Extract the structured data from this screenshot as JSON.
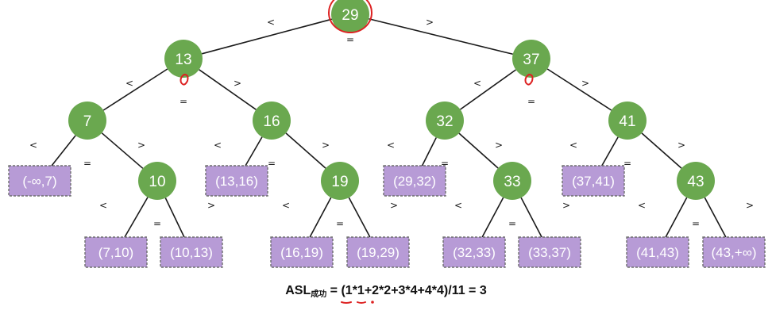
{
  "nodes": [
    {
      "id": "n29",
      "label": "29"
    },
    {
      "id": "n13",
      "label": "13"
    },
    {
      "id": "n37",
      "label": "37"
    },
    {
      "id": "n7",
      "label": "7"
    },
    {
      "id": "n16",
      "label": "16"
    },
    {
      "id": "n32",
      "label": "32"
    },
    {
      "id": "n41",
      "label": "41"
    },
    {
      "id": "n10",
      "label": "10"
    },
    {
      "id": "n19",
      "label": "19"
    },
    {
      "id": "n33",
      "label": "33"
    },
    {
      "id": "n43",
      "label": "43"
    }
  ],
  "leaves": [
    {
      "id": "l0",
      "label": "(-∞,7)"
    },
    {
      "id": "l1",
      "label": "(7,10)"
    },
    {
      "id": "l2",
      "label": "(10,13)"
    },
    {
      "id": "l3",
      "label": "(13,16)"
    },
    {
      "id": "l4",
      "label": "(16,19)"
    },
    {
      "id": "l5",
      "label": "(19,29)"
    },
    {
      "id": "l6",
      "label": "(29,32)"
    },
    {
      "id": "l7",
      "label": "(32,33)"
    },
    {
      "id": "l8",
      "label": "(33,37)"
    },
    {
      "id": "l9",
      "label": "(37,41)"
    },
    {
      "id": "l10",
      "label": "(41,43)"
    },
    {
      "id": "l11",
      "label": "(43,+∞)"
    }
  ],
  "edges": [
    {
      "from": "n29",
      "to": "n13"
    },
    {
      "from": "n29",
      "to": "n37"
    },
    {
      "from": "n13",
      "to": "n7"
    },
    {
      "from": "n13",
      "to": "n16"
    },
    {
      "from": "n37",
      "to": "n32"
    },
    {
      "from": "n37",
      "to": "n41"
    },
    {
      "from": "n7",
      "to": "l0"
    },
    {
      "from": "n7",
      "to": "n10"
    },
    {
      "from": "n10",
      "to": "l1"
    },
    {
      "from": "n10",
      "to": "l2"
    },
    {
      "from": "n16",
      "to": "l3"
    },
    {
      "from": "n16",
      "to": "n19"
    },
    {
      "from": "n19",
      "to": "l4"
    },
    {
      "from": "n19",
      "to": "l5"
    },
    {
      "from": "n32",
      "to": "l6"
    },
    {
      "from": "n32",
      "to": "n33"
    },
    {
      "from": "n33",
      "to": "l7"
    },
    {
      "from": "n33",
      "to": "l8"
    },
    {
      "from": "n41",
      "to": "l9"
    },
    {
      "from": "n41",
      "to": "n43"
    },
    {
      "from": "n43",
      "to": "l10"
    },
    {
      "from": "n43",
      "to": "l11"
    }
  ],
  "symbols": {
    "less": "<",
    "greater": ">",
    "equal": "="
  },
  "formula": {
    "asl": "ASL",
    "subscript": "成功",
    "expression": " = (1*1+2*2+3*4+4*4)/11 = 3"
  },
  "annotation_color": "#dd2222"
}
